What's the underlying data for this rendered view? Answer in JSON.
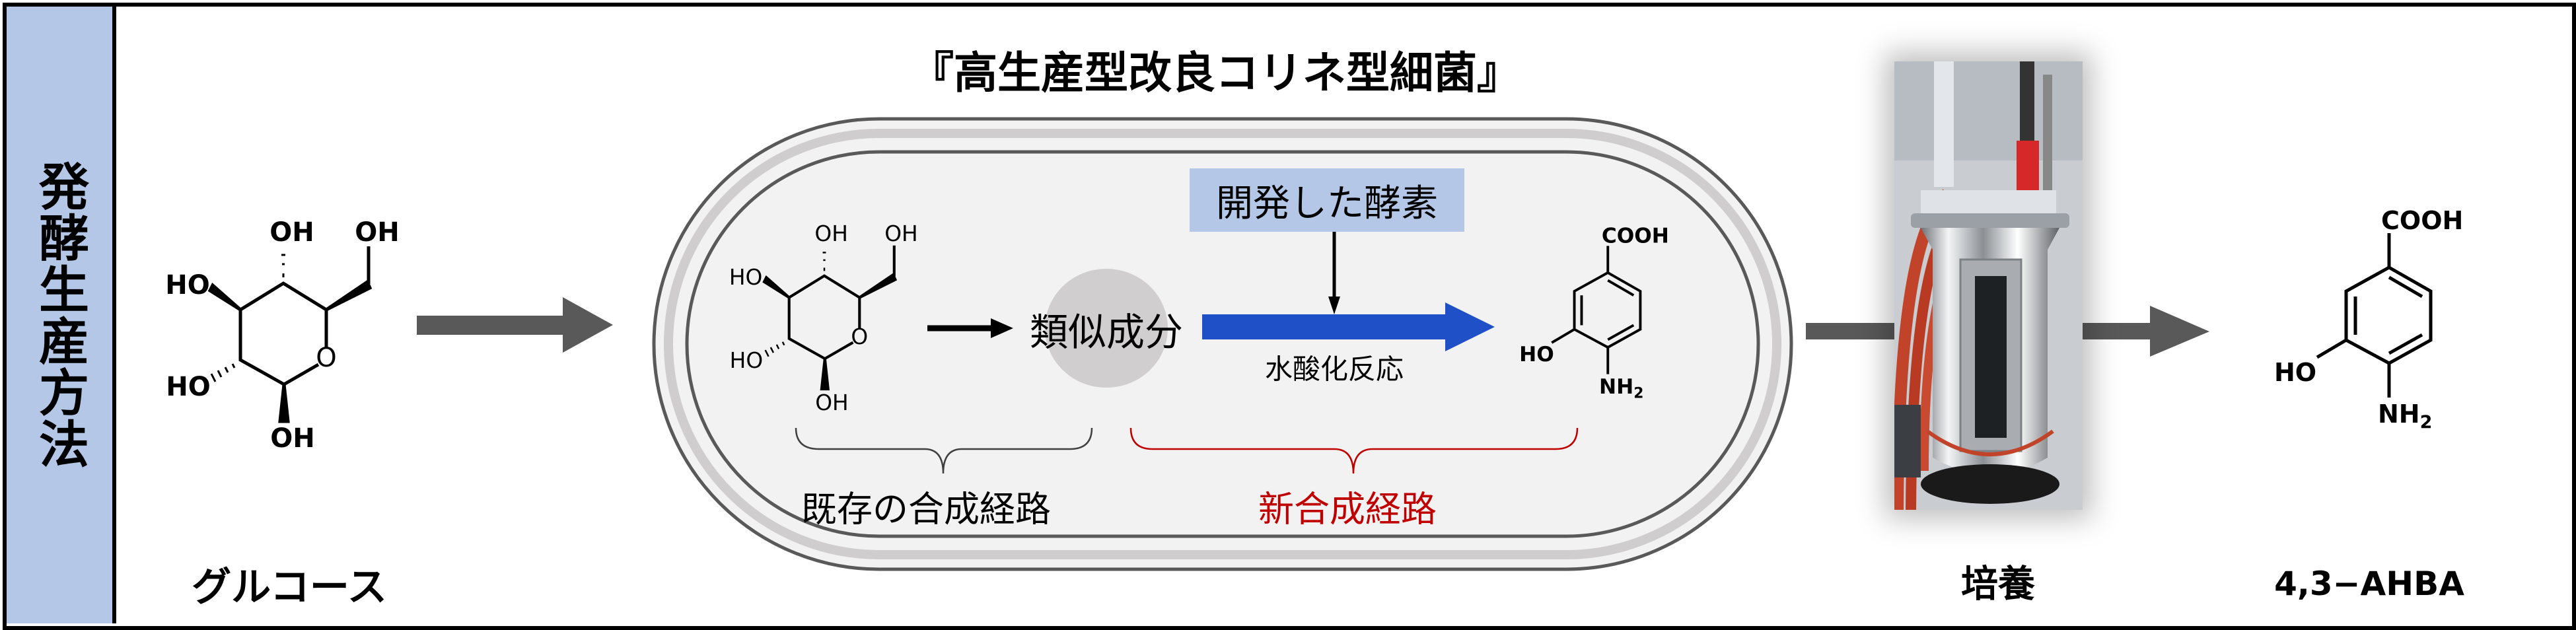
{
  "sidebar": {
    "label": "発酵生産方法",
    "color": "#b4c7e7"
  },
  "title": "『高生産型改良コリネ型細菌』",
  "glucose": {
    "label": "グルコース",
    "atoms": {
      "oh_top": "OH",
      "oh_ch2": "OH",
      "ho_upper": "HO",
      "ho_lower": "HO",
      "ring_o": "O",
      "oh_bottom": "OH"
    }
  },
  "cell": {
    "intermediate": "類似成分",
    "enzyme": "開発した酵素",
    "reaction": "水酸化反応",
    "existing_pathway": "既存の合成経路",
    "new_pathway": "新合成経路",
    "new_pathway_color": "#c00000",
    "reaction_arrow_color": "#2050c8",
    "membrane_fill": "#f2f2f2"
  },
  "product": {
    "label": "4,3−AHBA",
    "atoms": {
      "cooh": "COOH",
      "ho": "HO",
      "nh": "NH",
      "sub2": "2"
    }
  },
  "culture": {
    "label": "培養",
    "image": "bioreactor-photo"
  },
  "arrow_color": "#595959"
}
